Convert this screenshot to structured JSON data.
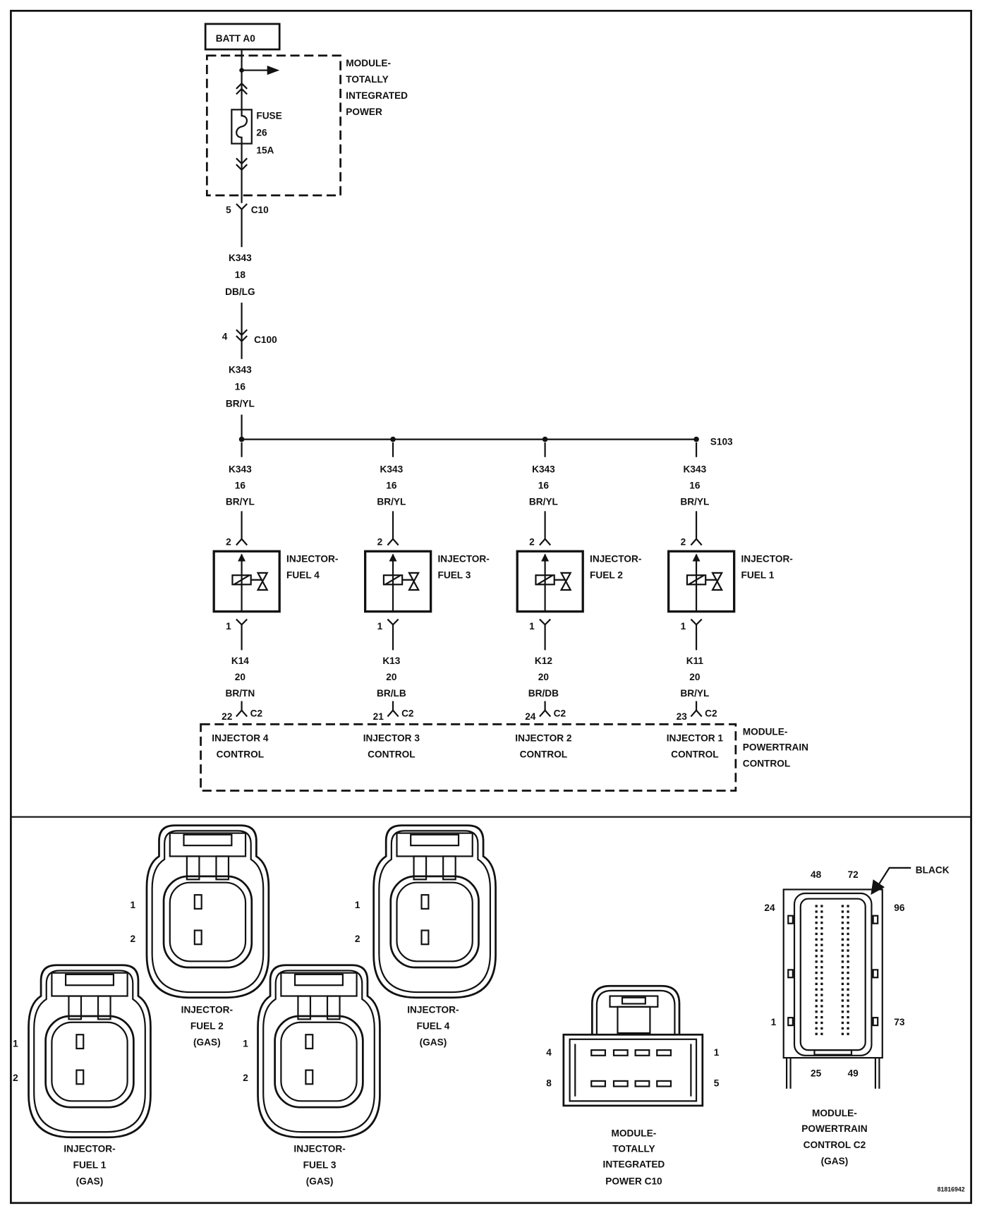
{
  "colors": {
    "ink": "#111111",
    "paper": "#ffffff"
  },
  "battery_feed": "BATT A0",
  "tip_module": {
    "lines": [
      "MODULE-",
      "TOTALLY",
      "INTEGRATED",
      "POWER"
    ]
  },
  "fuse": {
    "label": "FUSE",
    "number": "26",
    "rating": "15A"
  },
  "connector_c10": {
    "pin": "5",
    "name": "C10"
  },
  "wire_k343_upper": {
    "circuit": "K343",
    "gauge": "18",
    "color": "DB/LG"
  },
  "connector_c100": {
    "pin": "4",
    "name": "C100"
  },
  "wire_k343_lower": {
    "circuit": "K343",
    "gauge": "16",
    "color": "BR/YL"
  },
  "splice": "S103",
  "injectors": [
    {
      "feed": {
        "circuit": "K343",
        "gauge": "16",
        "color": "BR/YL"
      },
      "pin_in": "2",
      "name": [
        "INJECTOR-",
        "FUEL 4"
      ],
      "pin_out": "1",
      "control_wire": {
        "circuit": "K14",
        "gauge": "20",
        "color": "BR/TN"
      },
      "pcm_pin": "22",
      "pcm_connector": "C2",
      "pcm_function": [
        "INJECTOR 4",
        "CONTROL"
      ]
    },
    {
      "feed": {
        "circuit": "K343",
        "gauge": "16",
        "color": "BR/YL"
      },
      "pin_in": "2",
      "name": [
        "INJECTOR-",
        "FUEL 3"
      ],
      "pin_out": "1",
      "control_wire": {
        "circuit": "K13",
        "gauge": "20",
        "color": "BR/LB"
      },
      "pcm_pin": "21",
      "pcm_connector": "C2",
      "pcm_function": [
        "INJECTOR 3",
        "CONTROL"
      ]
    },
    {
      "feed": {
        "circuit": "K343",
        "gauge": "16",
        "color": "BR/YL"
      },
      "pin_in": "2",
      "name": [
        "INJECTOR-",
        "FUEL 2"
      ],
      "pin_out": "1",
      "control_wire": {
        "circuit": "K12",
        "gauge": "20",
        "color": "BR/DB"
      },
      "pcm_pin": "24",
      "pcm_connector": "C2",
      "pcm_function": [
        "INJECTOR 2",
        "CONTROL"
      ]
    },
    {
      "feed": {
        "circuit": "K343",
        "gauge": "16",
        "color": "BR/YL"
      },
      "pin_in": "2",
      "name": [
        "INJECTOR-",
        "FUEL 1"
      ],
      "pin_out": "1",
      "control_wire": {
        "circuit": "K11",
        "gauge": "20",
        "color": "BR/YL"
      },
      "pcm_pin": "23",
      "pcm_connector": "C2",
      "pcm_function": [
        "INJECTOR 1",
        "CONTROL"
      ]
    }
  ],
  "pcm_module": {
    "lines": [
      "MODULE-",
      "POWERTRAIN",
      "CONTROL"
    ]
  },
  "connector_views": {
    "injector_fuel_1": {
      "pins": [
        "1",
        "2"
      ],
      "label": [
        "INJECTOR-",
        "FUEL 1",
        "(GAS)"
      ]
    },
    "injector_fuel_2": {
      "pins": [
        "1",
        "2"
      ],
      "label": [
        "INJECTOR-",
        "FUEL 2",
        "(GAS)"
      ]
    },
    "injector_fuel_3": {
      "pins": [
        "1",
        "2"
      ],
      "label": [
        "INJECTOR-",
        "FUEL 3",
        "(GAS)"
      ]
    },
    "injector_fuel_4": {
      "pins": [
        "1",
        "2"
      ],
      "label": [
        "INJECTOR-",
        "FUEL 4",
        "(GAS)"
      ]
    },
    "tip_c10": {
      "pins": {
        "row1_left": "4",
        "row1_right": "1",
        "row2_left": "8",
        "row2_right": "5"
      },
      "label": [
        "MODULE-",
        "TOTALLY",
        "INTEGRATED",
        "POWER C10"
      ]
    },
    "pcm_c2": {
      "pins": {
        "top_left": "48",
        "top_right": "72",
        "upper_left": "24",
        "upper_right": "96",
        "lower_left": "1",
        "lower_right": "73",
        "bottom_left": "25",
        "bottom_right": "49"
      },
      "color_callout": "BLACK",
      "label": [
        "MODULE-",
        "POWERTRAIN",
        "CONTROL C2",
        "(GAS)"
      ]
    }
  },
  "figure_id": "81816942"
}
